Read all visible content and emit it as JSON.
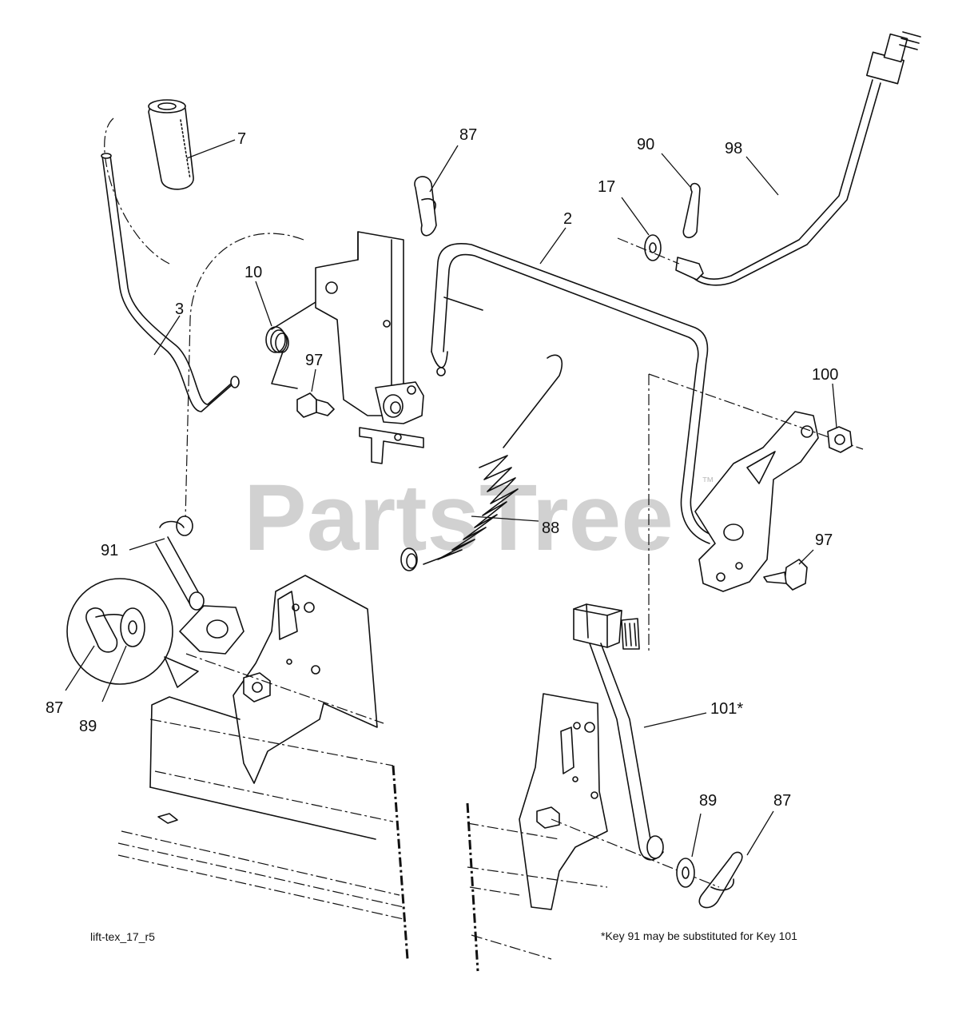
{
  "callouts": [
    {
      "id": "c7",
      "text": "7"
    },
    {
      "id": "c87a",
      "text": "87"
    },
    {
      "id": "c90",
      "text": "90"
    },
    {
      "id": "c98",
      "text": "98"
    },
    {
      "id": "c17",
      "text": "17"
    },
    {
      "id": "c2",
      "text": "2"
    },
    {
      "id": "c10",
      "text": "10"
    },
    {
      "id": "c3",
      "text": "3"
    },
    {
      "id": "c97a",
      "text": "97"
    },
    {
      "id": "c100",
      "text": "100"
    },
    {
      "id": "c88",
      "text": "88"
    },
    {
      "id": "c97b",
      "text": "97"
    },
    {
      "id": "c91",
      "text": "91"
    },
    {
      "id": "c87b",
      "text": "87"
    },
    {
      "id": "c89a",
      "text": "89"
    },
    {
      "id": "c101",
      "text": "101*"
    },
    {
      "id": "c89b",
      "text": "89"
    },
    {
      "id": "c87c",
      "text": "87"
    }
  ],
  "drawing_code": "lift-tex_17_r5",
  "footnote": "*Key 91 may be substituted for Key 101",
  "watermark": "PartsTree",
  "watermark_tm": "™"
}
